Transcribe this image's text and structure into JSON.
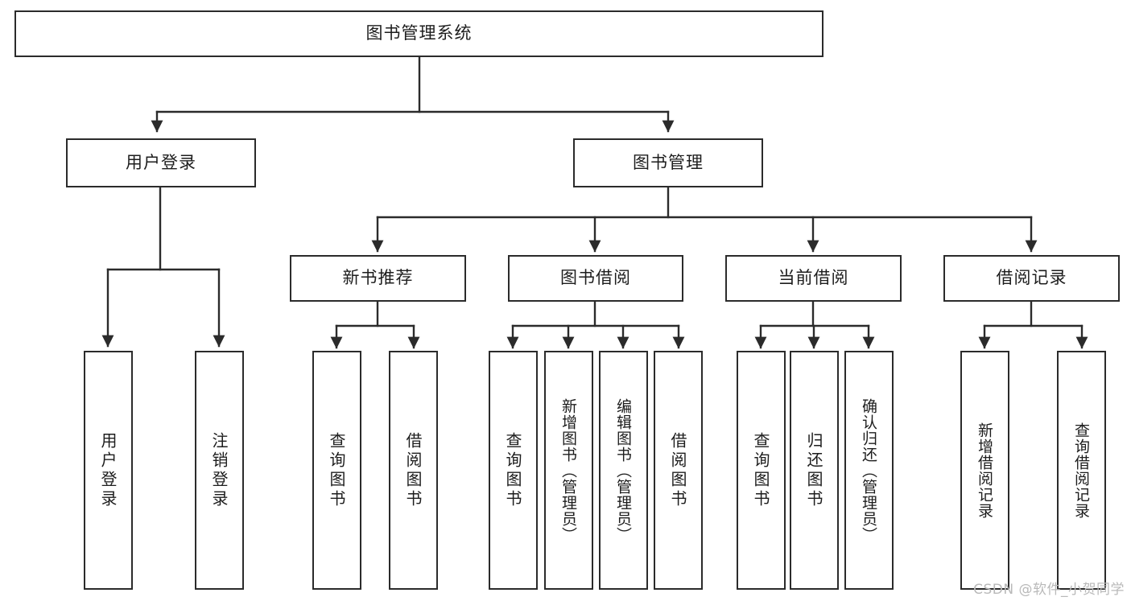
{
  "diagram": {
    "title": "图书管理系统",
    "type": "tree-hierarchy-chart",
    "watermark": "CSDN @软件_小贺同学",
    "colors": {
      "stroke": "#2b2b2b",
      "fill": "#ffffff",
      "text": "#1d1d1d",
      "watermark": "#b9b9b9",
      "background": "#ffffff"
    },
    "root": {
      "id": "root",
      "label": "图书管理系统"
    },
    "level1": [
      {
        "id": "user-login",
        "label": "用户登录"
      },
      {
        "id": "book-management",
        "label": "图书管理"
      }
    ],
    "level2": [
      {
        "id": "new-book-recommend",
        "label": "新书推荐",
        "parent": "book-management"
      },
      {
        "id": "book-borrow",
        "label": "图书借阅",
        "parent": "book-management"
      },
      {
        "id": "current-borrow",
        "label": "当前借阅",
        "parent": "book-management"
      },
      {
        "id": "borrow-record",
        "label": "借阅记录",
        "parent": "book-management"
      }
    ],
    "leaves": {
      "user-login": [
        {
          "id": "leaf-user-login",
          "label": "用户登录"
        },
        {
          "id": "leaf-logout-login",
          "label": "注销登录"
        }
      ],
      "new-book-recommend": [
        {
          "id": "leaf-query-book-1",
          "label": "查询图书"
        },
        {
          "id": "leaf-borrow-book-1",
          "label": "借阅图书"
        }
      ],
      "book-borrow": [
        {
          "id": "leaf-query-book-2",
          "label": "查询图书"
        },
        {
          "id": "leaf-add-book",
          "label": "新增图书（管理员）"
        },
        {
          "id": "leaf-edit-book",
          "label": "编辑图书（管理员）"
        },
        {
          "id": "leaf-borrow-book-2",
          "label": "借阅图书"
        }
      ],
      "current-borrow": [
        {
          "id": "leaf-query-book-3",
          "label": "查询图书"
        },
        {
          "id": "leaf-return-book",
          "label": "归还图书"
        },
        {
          "id": "leaf-confirm-return",
          "label": "确认归还（管理员）"
        }
      ],
      "borrow-record": [
        {
          "id": "leaf-add-record",
          "label": "新增借阅记录"
        },
        {
          "id": "leaf-query-record",
          "label": "查询借阅记录"
        }
      ]
    }
  }
}
